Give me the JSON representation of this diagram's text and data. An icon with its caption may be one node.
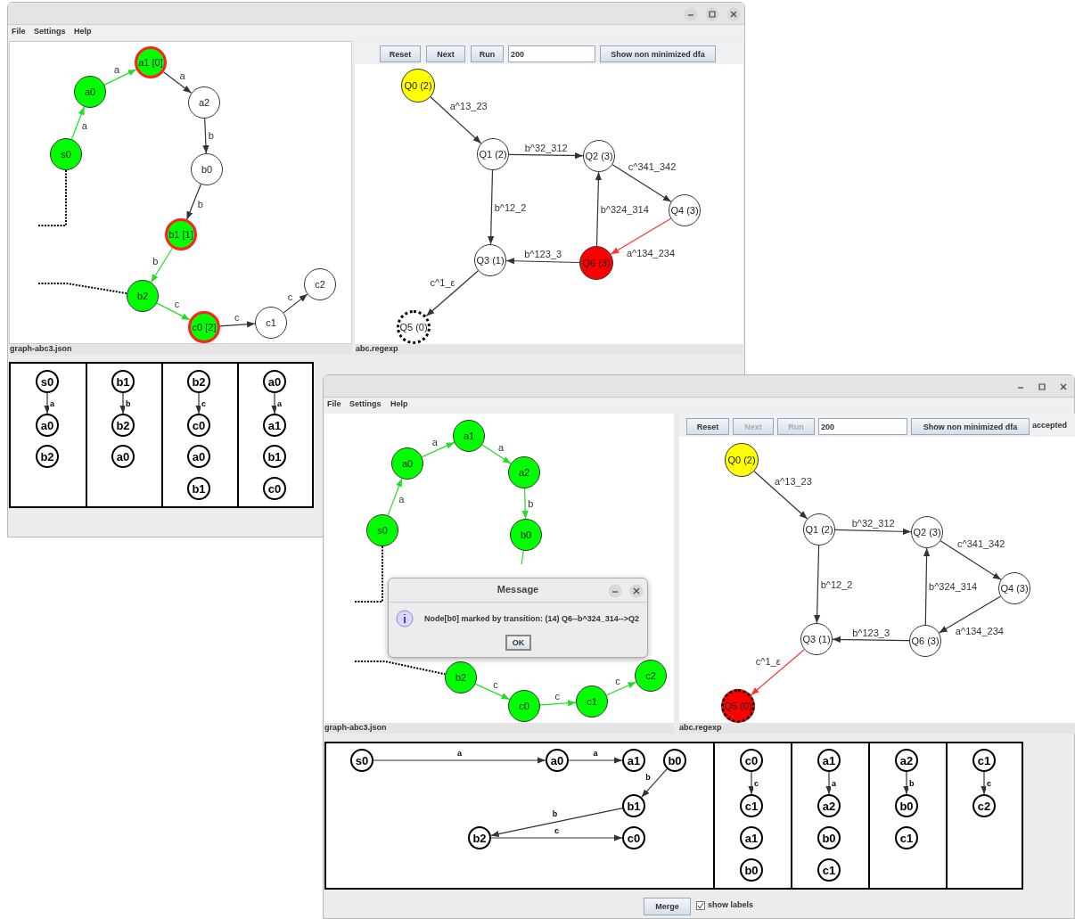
{
  "diagram": {
    "nodes": [
      {
        "text": [
          "s0"
        ]
      },
      {
        "text": [
          "a0"
        ]
      },
      {
        "text": [
          "a1 [0]"
        ]
      },
      {
        "text": [
          "a2"
        ]
      },
      {
        "text": [
          "b0"
        ]
      },
      {
        "text": [
          "b1 [1]"
        ]
      },
      {
        "text": [
          "b2"
        ]
      },
      {
        "text": [
          "c0 [2]"
        ]
      },
      {
        "text": [
          "c1"
        ]
      },
      {
        "text": [
          "c2"
        ]
      },
      {
        "text": [
          "Q0 (2)"
        ]
      },
      {
        "text": [
          "Q1 (2)"
        ]
      },
      {
        "text": [
          "Q2 (3)"
        ]
      },
      {
        "text": [
          "Q4 (3)"
        ]
      },
      {
        "text": [
          "Q3 (1)"
        ]
      },
      {
        "text": [
          "Q6 (3)"
        ]
      },
      {
        "text": [
          "Q5 (0)"
        ]
      },
      {
        "text": [
          "s0"
        ]
      },
      {
        "text": [
          "a0"
        ]
      },
      {
        "text": [
          "b2"
        ]
      },
      {
        "text": [
          "b1"
        ]
      },
      {
        "text": [
          "b2"
        ]
      },
      {
        "text": [
          "a0"
        ]
      },
      {
        "text": [
          "b2"
        ]
      },
      {
        "text": [
          "c0"
        ]
      },
      {
        "text": [
          "a0"
        ]
      },
      {
        "text": [
          "b1"
        ]
      },
      {
        "text": [
          "a0"
        ]
      },
      {
        "text": [
          "a1"
        ]
      },
      {
        "text": [
          "b1"
        ]
      },
      {
        "text": [
          "c0"
        ]
      },
      {
        "text": [
          "s0"
        ]
      },
      {
        "text": [
          "a0"
        ]
      },
      {
        "text": [
          "a1"
        ]
      },
      {
        "text": [
          "a2"
        ]
      },
      {
        "text": [
          "b0"
        ]
      },
      {
        "text": [
          "b2"
        ]
      },
      {
        "text": [
          "c0"
        ]
      },
      {
        "text": [
          "c1"
        ]
      },
      {
        "text": [
          "c2"
        ]
      },
      {
        "text": [
          "Q0 (2)"
        ]
      },
      {
        "text": [
          "Q1 (2)"
        ]
      },
      {
        "text": [
          "Q2 (3)"
        ]
      },
      {
        "text": [
          "Q4 (3)"
        ]
      },
      {
        "text": [
          "Q3 (1)"
        ]
      },
      {
        "text": [
          "Q6 (3)"
        ]
      },
      {
        "text": [
          "Q5 (0)"
        ]
      },
      {
        "text": [
          "s0"
        ]
      },
      {
        "text": [
          "a0"
        ]
      },
      {
        "text": [
          "a1"
        ]
      },
      {
        "text": [
          "b0"
        ]
      },
      {
        "text": [
          "b1"
        ]
      },
      {
        "text": [
          "b2"
        ]
      },
      {
        "text": [
          "c0"
        ]
      },
      {
        "text": [
          "c0"
        ]
      },
      {
        "text": [
          "c1"
        ]
      },
      {
        "text": [
          "a1"
        ]
      },
      {
        "text": [
          "b0"
        ]
      },
      {
        "text": [
          "a1"
        ]
      },
      {
        "text": [
          "a2"
        ]
      },
      {
        "text": [
          "b0"
        ]
      },
      {
        "text": [
          "c1"
        ]
      },
      {
        "text": [
          "a2"
        ]
      },
      {
        "text": [
          "b0"
        ]
      },
      {
        "text": [
          "c1"
        ]
      },
      {
        "text": [
          "c1"
        ]
      },
      {
        "text": [
          "c2"
        ]
      }
    ],
    "edges": [
      {
        "from": 0,
        "to": 1,
        "arrow": "to",
        "label": "a",
        "color": "#22dd22"
      },
      {
        "from": 1,
        "to": 2,
        "arrow": "to",
        "label": "a",
        "color": "#22dd22"
      },
      {
        "from": 2,
        "to": 3,
        "arrow": "to",
        "label": "a"
      },
      {
        "from": 3,
        "to": 4,
        "arrow": "to",
        "label": "b"
      },
      {
        "from": 4,
        "to": 5,
        "arrow": "to",
        "label": "b"
      },
      {
        "from": 5,
        "to": 6,
        "arrow": "to",
        "label": "b",
        "color": "#22dd22"
      },
      {
        "from": 6,
        "to": 7,
        "arrow": "to",
        "label": "c",
        "color": "#22dd22"
      },
      {
        "from": 7,
        "to": 8,
        "arrow": "to",
        "label": "c"
      },
      {
        "from": 8,
        "to": 9,
        "arrow": "to",
        "label": "c"
      },
      {
        "from": 0,
        "to": null,
        "arrow": "none",
        "style": "dashed"
      },
      {
        "from": null,
        "to": 6,
        "arrow": "none",
        "style": "dashed"
      },
      {
        "from": 10,
        "to": 11,
        "arrow": "to",
        "label": "a^13_23"
      },
      {
        "from": 11,
        "to": 12,
        "arrow": "to",
        "label": "b^32_312"
      },
      {
        "from": 12,
        "to": 13,
        "arrow": "to",
        "label": "c^341_342"
      },
      {
        "from": 11,
        "to": 14,
        "arrow": "to",
        "label": "b^12_2"
      },
      {
        "from": 15,
        "to": 12,
        "arrow": "to",
        "label": "b^324_314"
      },
      {
        "from": 13,
        "to": 15,
        "arrow": "to",
        "label": "a^134_234",
        "color": "#ff3333"
      },
      {
        "from": 15,
        "to": 14,
        "arrow": "to",
        "label": "b^123_3"
      },
      {
        "from": 14,
        "to": 16,
        "arrow": "to",
        "label": "c^1_ε"
      },
      {
        "from": 17,
        "to": 18,
        "arrow": "to",
        "label": "a"
      },
      {
        "from": 20,
        "to": 21,
        "arrow": "to",
        "label": "b"
      },
      {
        "from": 23,
        "to": 24,
        "arrow": "to",
        "label": "c"
      },
      {
        "from": 27,
        "to": 28,
        "arrow": "to",
        "label": "a"
      },
      {
        "from": 31,
        "to": 32,
        "arrow": "to",
        "label": "a",
        "color": "#22dd22"
      },
      {
        "from": 32,
        "to": 33,
        "arrow": "to",
        "label": "a",
        "color": "#22dd22"
      },
      {
        "from": 33,
        "to": 34,
        "arrow": "to",
        "label": "a",
        "color": "#22dd22"
      },
      {
        "from": 34,
        "to": 35,
        "arrow": "to",
        "label": "b",
        "color": "#22dd22"
      },
      {
        "from": 35,
        "to": null,
        "arrow": "none",
        "color": "#22dd22"
      },
      {
        "from": 36,
        "to": 37,
        "arrow": "to",
        "label": "c",
        "color": "#22dd22"
      },
      {
        "from": 37,
        "to": 38,
        "arrow": "to",
        "label": "c",
        "color": "#22dd22"
      },
      {
        "from": 38,
        "to": 39,
        "arrow": "to",
        "label": "c",
        "color": "#22dd22"
      },
      {
        "from": 31,
        "to": null,
        "arrow": "none",
        "style": "dashed"
      },
      {
        "from": null,
        "to": 36,
        "arrow": "none",
        "style": "dashed"
      },
      {
        "from": 40,
        "to": 41,
        "arrow": "to",
        "label": "a^13_23"
      },
      {
        "from": 41,
        "to": 42,
        "arrow": "to",
        "label": "b^32_312"
      },
      {
        "from": 42,
        "to": 43,
        "arrow": "to",
        "label": "c^341_342"
      },
      {
        "from": 41,
        "to": 44,
        "arrow": "to",
        "label": "b^12_2"
      },
      {
        "from": 45,
        "to": 42,
        "arrow": "to",
        "label": "b^324_314"
      },
      {
        "from": 43,
        "to": 45,
        "arrow": "to",
        "label": "a^134_234"
      },
      {
        "from": 45,
        "to": 44,
        "arrow": "to",
        "label": "b^123_3"
      },
      {
        "from": 44,
        "to": 46,
        "arrow": "to",
        "label": "c^1_ε",
        "color": "#ff3333"
      },
      {
        "from": 47,
        "to": 48,
        "arrow": "to",
        "label": "a"
      },
      {
        "from": 48,
        "to": 49,
        "arrow": "to",
        "label": "a"
      },
      {
        "from": 50,
        "to": 51,
        "arrow": "to",
        "label": "b"
      },
      {
        "from": 51,
        "to": 52,
        "arrow": "to",
        "label": "b"
      },
      {
        "from": 52,
        "to": 53,
        "arrow": "to",
        "label": "c"
      },
      {
        "from": 54,
        "to": 55,
        "arrow": "to",
        "label": "c"
      },
      {
        "from": 58,
        "to": 59,
        "arrow": "to",
        "label": "a"
      },
      {
        "from": 62,
        "to": 63,
        "arrow": "to",
        "label": "b"
      },
      {
        "from": 65,
        "to": 66,
        "arrow": "to",
        "label": "c"
      }
    ],
    "labels": [
      "File",
      "Settings",
      "Help",
      "Reset",
      "Next",
      "Run",
      "200",
      "Show non minimized dfa",
      "graph-abc3.json",
      "abc.regexp",
      "File",
      "Settings",
      "Help",
      "Reset",
      "Next",
      "Run",
      "200",
      "Show non minimized dfa",
      "accepted",
      "graph-abc3.json",
      "abc.regexp",
      "Message",
      "Node[b0] marked by transition: (14) Q6--b^324_314-->Q2",
      "OK",
      "Merge",
      "show labels"
    ]
  }
}
